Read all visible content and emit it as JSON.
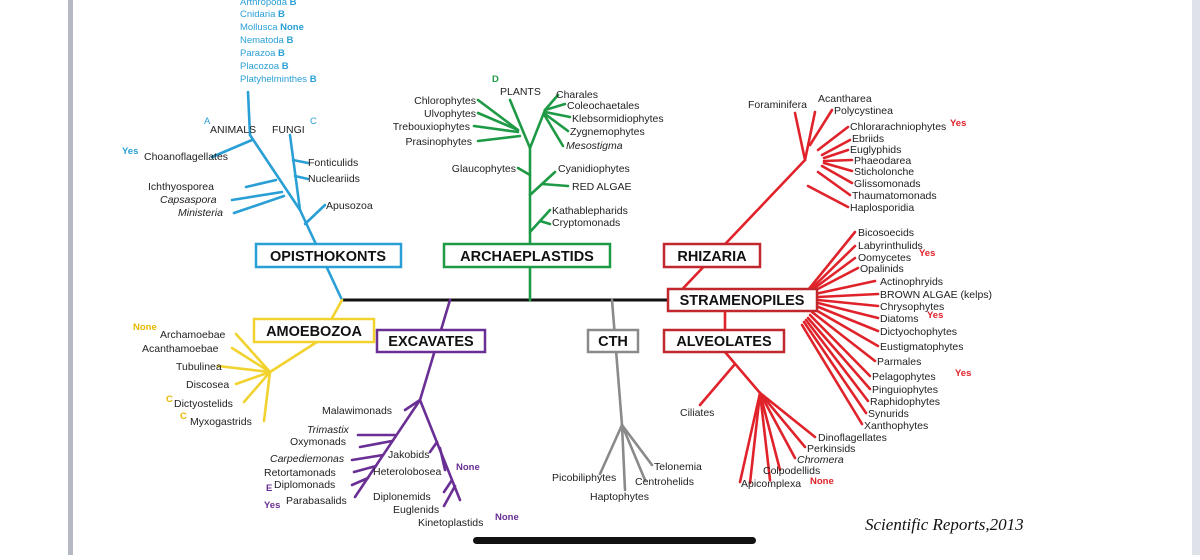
{
  "citation": "Scientific Reports,2013",
  "colors": {
    "opisthokonts": "#2a9fd6",
    "archaeplastids": "#1e9a46",
    "rhizaria": "#e0232b",
    "amoebozoa": "#f2d22e",
    "excavates": "#6a2f94",
    "cth": "#8a8a8a",
    "trunk": "#111111"
  },
  "groups": {
    "opisthokonts": "OPISTHOKONTS",
    "archaeplastids": "ARCHAEPLASTIDS",
    "rhizaria": "RHIZARIA",
    "stramenopiles": "STRAMENOPILES",
    "alveolates": "ALVEOLATES",
    "amoebozoa": "AMOEBOZOA",
    "excavates": "EXCAVATES",
    "cth": "CTH"
  },
  "animal_phyla": [
    {
      "name": "Arthropoda",
      "mark": "B"
    },
    {
      "name": "Cnidaria",
      "mark": "B"
    },
    {
      "name": "Mollusca",
      "mark": "None"
    },
    {
      "name": "Nematoda",
      "mark": "B"
    },
    {
      "name": "Parazoa",
      "mark": "B"
    },
    {
      "name": "Placozoa",
      "mark": "B"
    },
    {
      "name": "Platyhelminthes",
      "mark": "B"
    }
  ],
  "opisthokonts_taxa": {
    "animals": "ANIMALS",
    "animals_mark": "A",
    "fungi": "FUNGI",
    "fungi_mark": "C",
    "choanoflagellates": "Choanoflagellates",
    "choanoflagellates_mark": "Yes",
    "fonticulids": "Fonticulids",
    "nucleariids": "Nucleariids",
    "ichthyosporea": "Ichthyosporea",
    "capsaspora": "Capsaspora",
    "ministeria": "Ministeria",
    "apusozoa": "Apusozoa"
  },
  "archaeplastids_taxa": {
    "plants": "PLANTS",
    "plants_mark": "D",
    "chlorophytes": "Chlorophytes",
    "ulvophytes": "Ulvophytes",
    "trebouxiophytes": "Trebouxiophytes",
    "prasinophytes": "Prasinophytes",
    "charales": "Charales",
    "coleochaetales": "Coleochaetales",
    "klebsormidiophytes": "Klebsormidiophytes",
    "zygnemophytes": "Zygnemophytes",
    "mesostigma": "Mesostigma",
    "glaucophytes": "Glaucophytes",
    "cyanidiophytes": "Cyanidiophytes",
    "red_algae": "RED ALGAE",
    "kathablepharids": "Kathablepharids",
    "cryptomonads": "Cryptomonads"
  },
  "rhizaria_taxa": {
    "foraminifera": "Foraminifera",
    "acantharea": "Acantharea",
    "polycystinea": "Polycystinea",
    "chlorarachniophytes": "Chlorarachniophytes",
    "chlorarachniophytes_mark": "Yes",
    "ebriids": "Ebriids",
    "euglyphids": "Euglyphids",
    "phaeodarea": "Phaeodarea",
    "sticholonche": "Sticholonche",
    "glissomonads": "Glissomonads",
    "thaumatomonads": "Thaumatomonads",
    "haplosporidia": "Haplosporidia"
  },
  "stramenopiles_taxa": {
    "bicosoecids": "Bicosoecids",
    "labyrinthulids": "Labyrinthulids",
    "oomycetes": "Oomycetes",
    "oomycetes_mark": "Yes",
    "opalinids": "Opalinids",
    "actinophryids": "Actinophryids",
    "brown_algae": "BROWN ALGAE (kelps)",
    "chrysophytes": "Chrysophytes",
    "diatoms": "Diatoms",
    "diatoms_mark": "Yes",
    "dictyochophytes": "Dictyochophytes",
    "eustigmatophytes": "Eustigmatophytes",
    "parmales": "Parmales",
    "pelagophytes": "Pelagophytes",
    "pelagophytes_mark": "Yes",
    "pinguiophytes": "Pinguiophytes",
    "raphidophytes": "Raphidophytes",
    "synurids": "Synurids",
    "xanthophytes": "Xanthophytes"
  },
  "alveolates_taxa": {
    "ciliates": "Ciliates",
    "dinoflagellates": "Dinoflagellates",
    "perkinsids": "Perkinsids",
    "chromera": "Chromera",
    "colpodellids": "Colpodellids",
    "apicomplexa": "Apicomplexa",
    "apicomplexa_mark": "None"
  },
  "amoebozoa_taxa": {
    "archamoebae": "Archamoebae",
    "archamoebae_mark": "None",
    "acanthamoebae": "Acanthamoebae",
    "tubulinea": "Tubulinea",
    "discosea": "Discosea",
    "dictyostelids": "Dictyostelids",
    "dictyostelids_mark": "C",
    "myxogastrids": "Myxogastrids",
    "myxogastrids_mark": "C"
  },
  "excavates_taxa": {
    "malawimonads": "Malawimonads",
    "trimastix": "Trimastix",
    "oxymonads": "Oxymonads",
    "carpediemonas": "Carpediemonas",
    "retortamonads": "Retortamonads",
    "diplomonads": "Diplomonads",
    "diplomonads_mark": "E",
    "parabasalids": "Parabasalids",
    "parabasalids_mark": "Yes",
    "jakobids": "Jakobids",
    "heterolobosea": "Heterolobosea",
    "heterolobosea_mark": "None",
    "diplonemids": "Diplonemids",
    "euglenids": "Euglenids",
    "kinetoplastids": "Kinetoplastids",
    "kinetoplastids_mark": "None"
  },
  "cth_taxa": {
    "picobiliphytes": "Picobiliphytes",
    "telonemia": "Telonemia",
    "centrohelids": "Centrohelids",
    "haptophytes": "Haptophytes"
  }
}
